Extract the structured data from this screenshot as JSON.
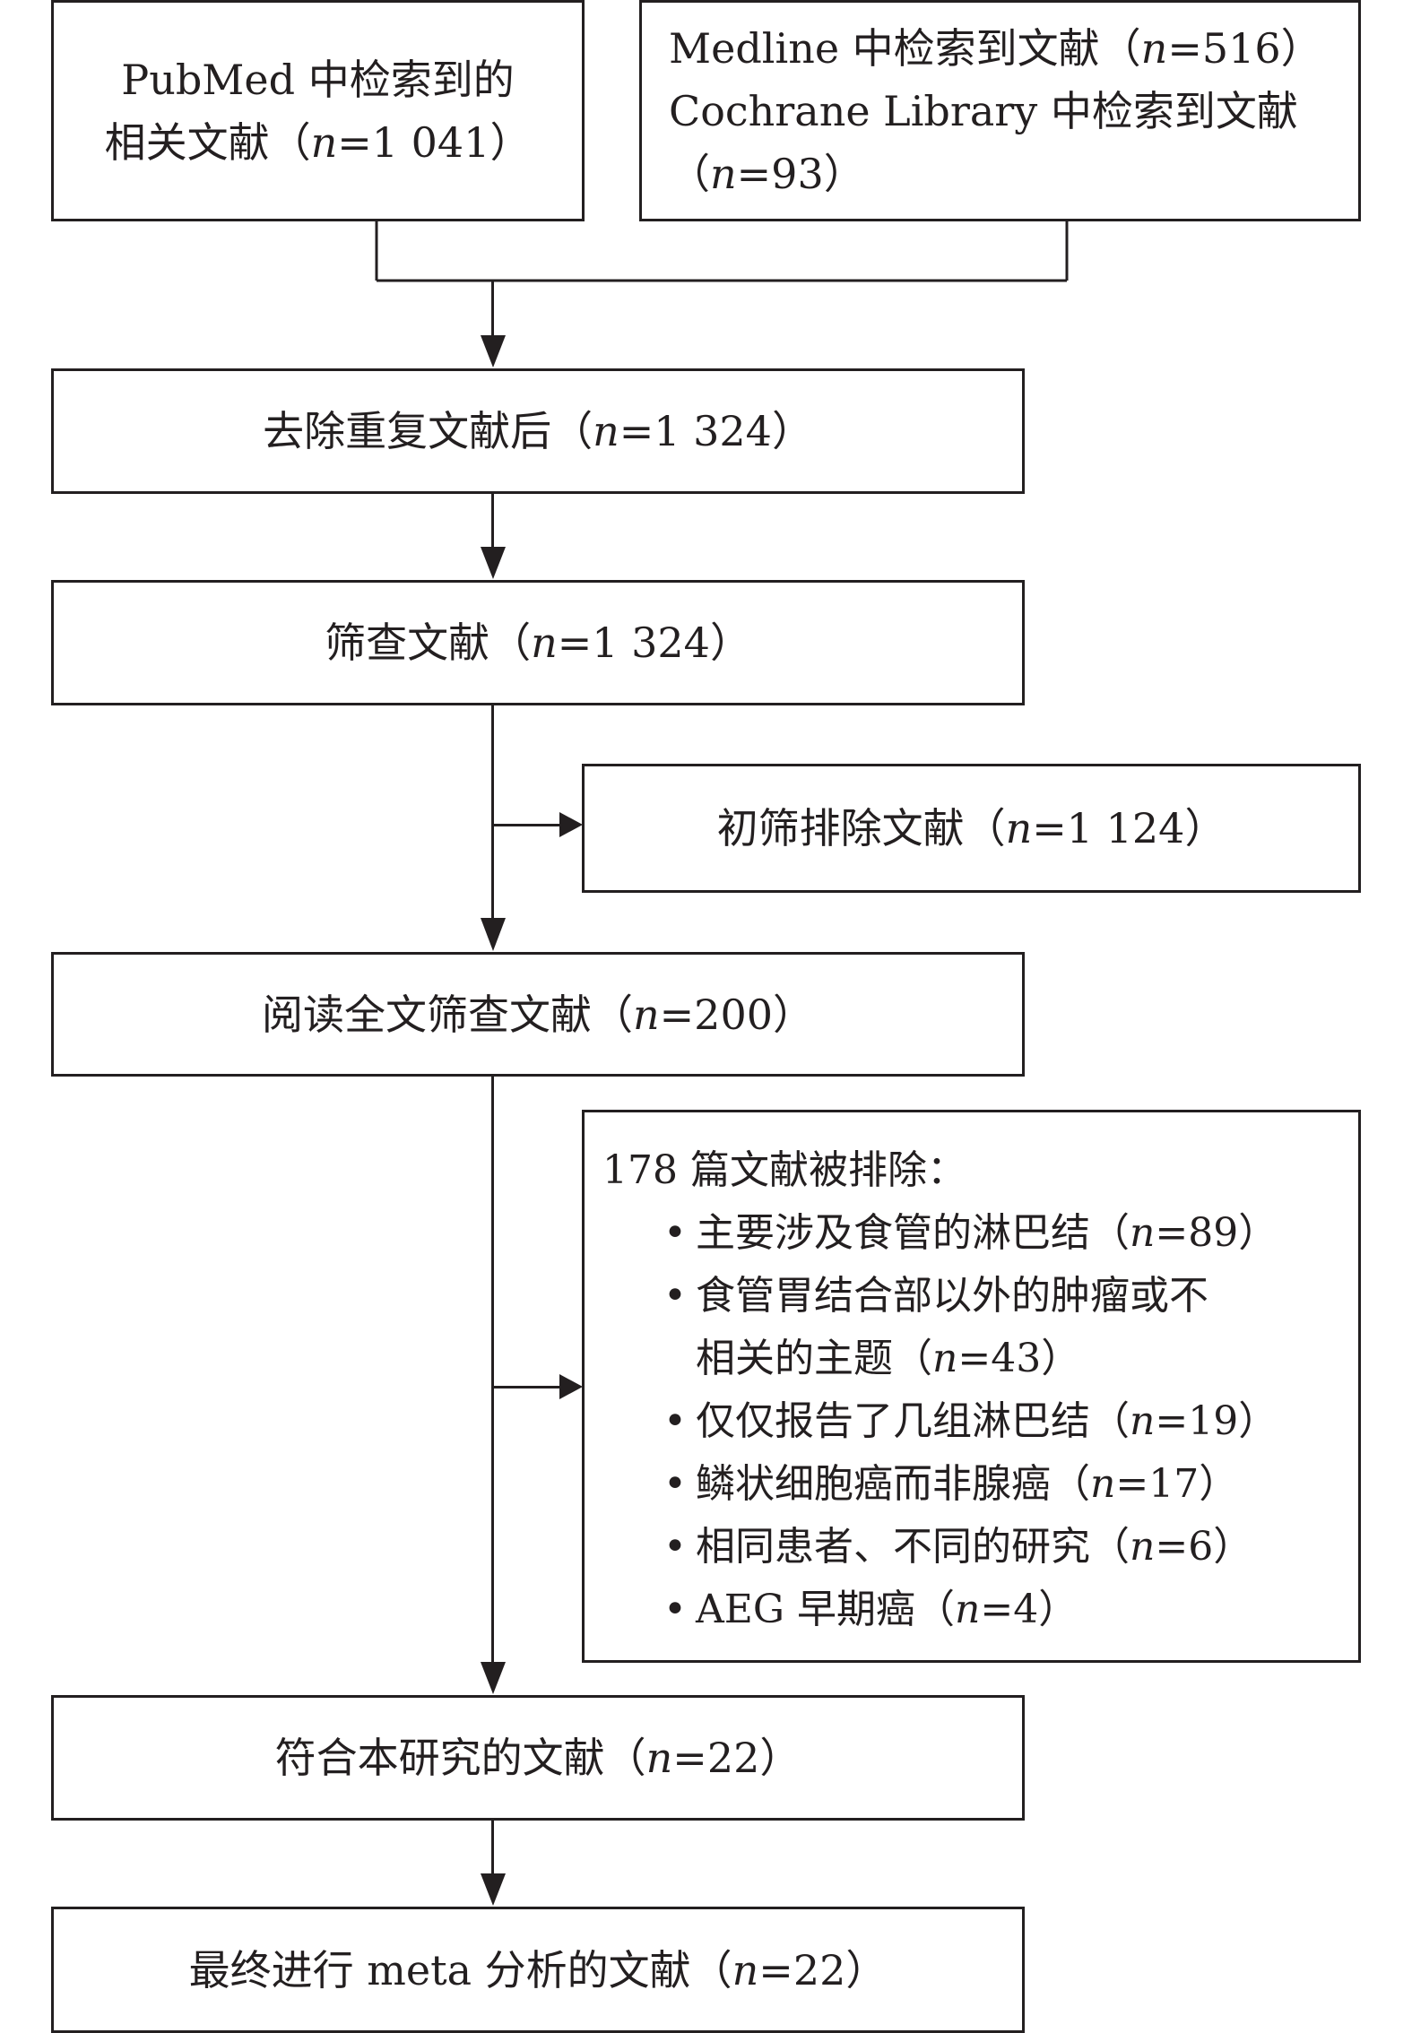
{
  "identification": {
    "pubmed": {
      "line1": "PubMed 中检索到的",
      "line2_prefix": "相关文献（",
      "n_label": "n",
      "n_value": "=1 041",
      "suffix": "）"
    },
    "other": {
      "medline_prefix": "Medline 中检索到文献（",
      "medline_n": "n",
      "medline_value": "=516",
      "medline_suffix": "）",
      "cochrane_line": "Cochrane Library 中检索到文献",
      "cochrane_prefix": "（",
      "cochrane_n": "n",
      "cochrane_value": "=93",
      "cochrane_suffix": "）"
    }
  },
  "dedup": {
    "prefix": "去除重复文献后（",
    "n_label": "n",
    "n_value": "=1 324",
    "suffix": "）"
  },
  "screened": {
    "prefix": "筛查文献（",
    "n_label": "n",
    "n_value": "=1 324",
    "suffix": "）"
  },
  "excluded_initial": {
    "prefix": "初筛排除文献（",
    "n_label": "n",
    "n_value": "=1 124",
    "suffix": "）"
  },
  "fulltext": {
    "prefix": "阅读全文筛查文献（",
    "n_label": "n",
    "n_value": "=200",
    "suffix": "）"
  },
  "excluded_fulltext": {
    "heading": "178 篇文献被排除：",
    "reasons": [
      {
        "text": "主要涉及食管的淋巴结（",
        "line2": "",
        "n_label": "n",
        "n_value": "=89",
        "suffix": "）"
      },
      {
        "text": "食管胃结合部以外的肿瘤或不",
        "line2": "相关的主题（",
        "n_label": "n",
        "n_value": "=43",
        "suffix": "）"
      },
      {
        "text": "仅仅报告了几组淋巴结（",
        "line2": "",
        "n_label": "n",
        "n_value": "=19",
        "suffix": "）"
      },
      {
        "text": "鳞状细胞癌而非腺癌（",
        "line2": "",
        "n_label": "n",
        "n_value": "=17",
        "suffix": "）"
      },
      {
        "text": "相同患者、不同的研究（",
        "line2": "",
        "n_label": "n",
        "n_value": "=6",
        "suffix": "）"
      },
      {
        "text": "AEG 早期癌（",
        "line2": "",
        "n_label": "n",
        "n_value": "=4",
        "suffix": "）"
      }
    ]
  },
  "included": {
    "prefix": "符合本研究的文献（",
    "n_label": "n",
    "n_value": "=22",
    "suffix": "）"
  },
  "meta": {
    "prefix": "最终进行 meta 分析的文献（",
    "n_label": "n",
    "n_value": "=22",
    "suffix": "）"
  }
}
